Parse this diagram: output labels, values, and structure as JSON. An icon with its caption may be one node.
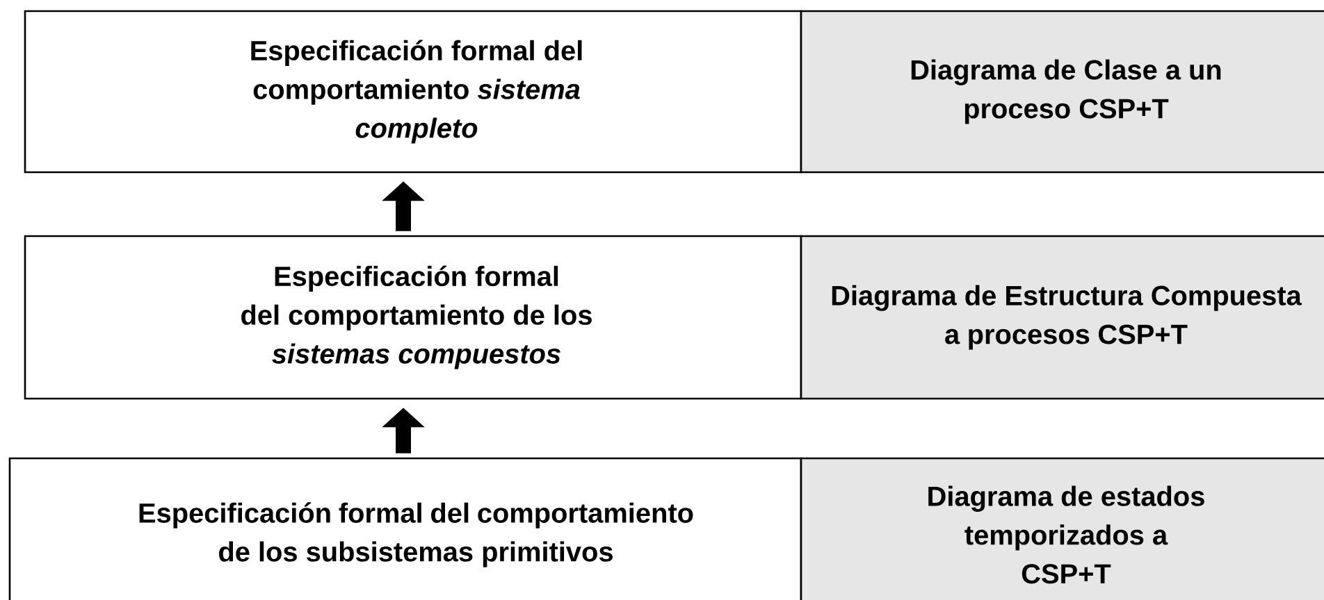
{
  "diagram": {
    "nodes": [
      {
        "text": [
          "Especificación formal del comportamiento *sistema completo*"
        ]
      },
      {
        "text": [
          "Diagrama de Clase a un proceso CSP+T"
        ]
      },
      {
        "text": [
          "Especificación formal del comportamiento de los *sistemas compuestos*"
        ]
      },
      {
        "text": [
          "Diagrama de Estructura Compuesta a procesos CSP+T"
        ]
      },
      {
        "text": [
          "Especificación formal del comportamiento de los subsistemas primitivos"
        ]
      },
      {
        "text": [
          "Diagrama de estados temporizados a CSP+T"
        ]
      }
    ],
    "edges": [
      {
        "from": 2,
        "to": 0,
        "arrow": "to"
      },
      {
        "from": 4,
        "to": 2,
        "arrow": "to"
      }
    ]
  }
}
